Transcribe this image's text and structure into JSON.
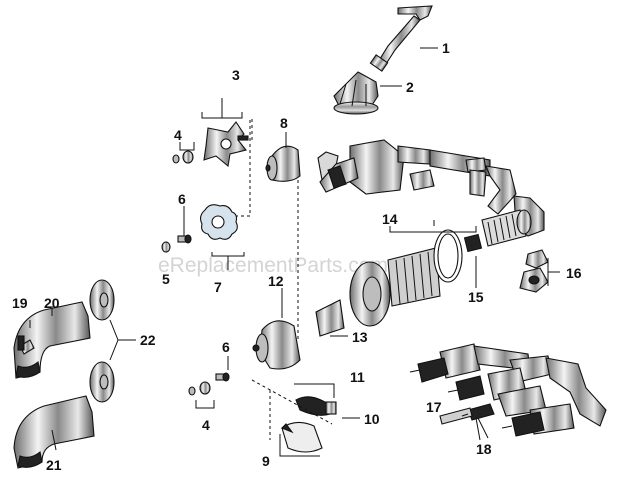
{
  "watermark": "eReplacementParts.com",
  "colors": {
    "ink": "#111111",
    "chrome_light": "#f4f4f4",
    "chrome_dark": "#6e6e6e",
    "watermark": "#d4d4d4"
  },
  "callouts": [
    "1",
    "2",
    "3",
    "4",
    "5",
    "6",
    "7",
    "8",
    "9",
    "10",
    "11",
    "12",
    "13",
    "14",
    "15",
    "16",
    "17",
    "18",
    "19",
    "20",
    "21",
    "22"
  ],
  "callouts_repeat": {
    "c4b": "4",
    "c6b": "6"
  }
}
